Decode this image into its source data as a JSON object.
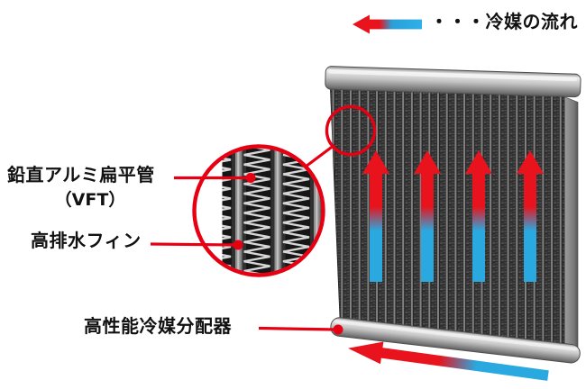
{
  "figure": {
    "description": "heat-exchanger refrigerant flow diagram",
    "legend": {
      "label": "・・・冷媒の流れ"
    },
    "labels": {
      "vft_line1": "鉛直アルミ扁平管",
      "vft_line2": "（VFT）",
      "fin": "高排水フィン",
      "distributor": "高性能冷媒分配器"
    },
    "icons": [
      "flow-direction-arrow-icon",
      "up-flow-arrow-icon",
      "magnifier-circle-icon",
      "callout-line-icon"
    ],
    "colors": {
      "red": "#e60012",
      "blue": "#29a9e0",
      "panel_dark": "#2e2e2e",
      "panel_strip": "#828282",
      "metal_light": "#ececec",
      "metal_dark": "#636363",
      "ink": "#111111"
    }
  }
}
